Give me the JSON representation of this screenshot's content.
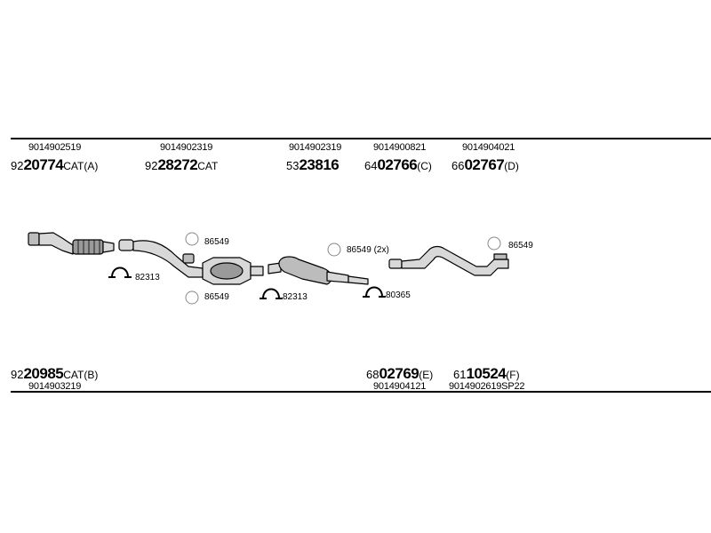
{
  "top_parts": [
    {
      "code": "9014902519",
      "pre": "92",
      "main": "20774",
      "suf": "CAT(A)"
    },
    {
      "code": "9014902319",
      "pre": "92",
      "main": "28272",
      "suf": "CAT"
    },
    {
      "code": "9014902319",
      "pre": "53",
      "main": "23816",
      "suf": ""
    },
    {
      "code": "9014900821",
      "pre": "64",
      "main": "02766",
      "suf": "(C)"
    },
    {
      "code": "9014904021",
      "pre": "66",
      "main": "02767",
      "suf": "(D)"
    }
  ],
  "bottom_parts": [
    {
      "code": "9014903219",
      "pre": "92",
      "main": "20985",
      "suf": "CAT(B)"
    },
    {
      "code": "9014904121",
      "pre": "68",
      "main": "02769",
      "suf": "(E)"
    },
    {
      "code": "9014902619SP22",
      "pre": "61",
      "main": "10524",
      "suf": "(F)"
    }
  ],
  "accessories": {
    "a1": "86549",
    "a2": "82313",
    "a3": "86549",
    "a4": "82313",
    "a5": "86549 (2x)",
    "a6": "80365",
    "a7": "86549"
  },
  "colors": {
    "line": "#000000",
    "fill": "#d8d8d8",
    "dark_fill": "#9a9a9a"
  }
}
